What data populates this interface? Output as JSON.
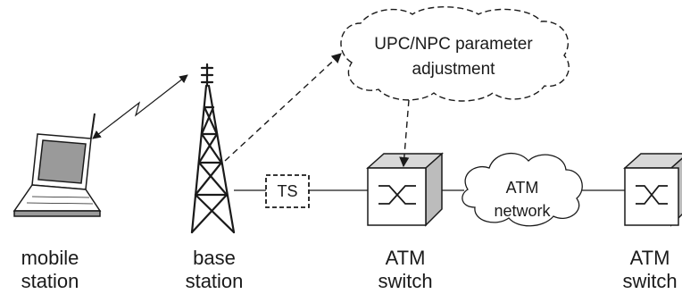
{
  "nodes": {
    "mobile_station": {
      "line1": "mobile",
      "line2": "station"
    },
    "base_station": {
      "line1": "base",
      "line2": "station"
    },
    "traffic_shaper": {
      "label": "TS"
    },
    "atm_switch_1": {
      "line1": "ATM",
      "line2": "switch"
    },
    "atm_network": {
      "line1": "ATM",
      "line2": "network"
    },
    "atm_switch_2": {
      "line1": "ATM",
      "line2": "switch"
    }
  },
  "control": {
    "line1": "UPC/NPC parameter",
    "line2": "adjustment"
  },
  "colors": {
    "line": "#1a1a1a",
    "fill": "#ffffff",
    "laptop_shade": "#9a9a9a",
    "cube_shade": "#d8d8d8"
  }
}
